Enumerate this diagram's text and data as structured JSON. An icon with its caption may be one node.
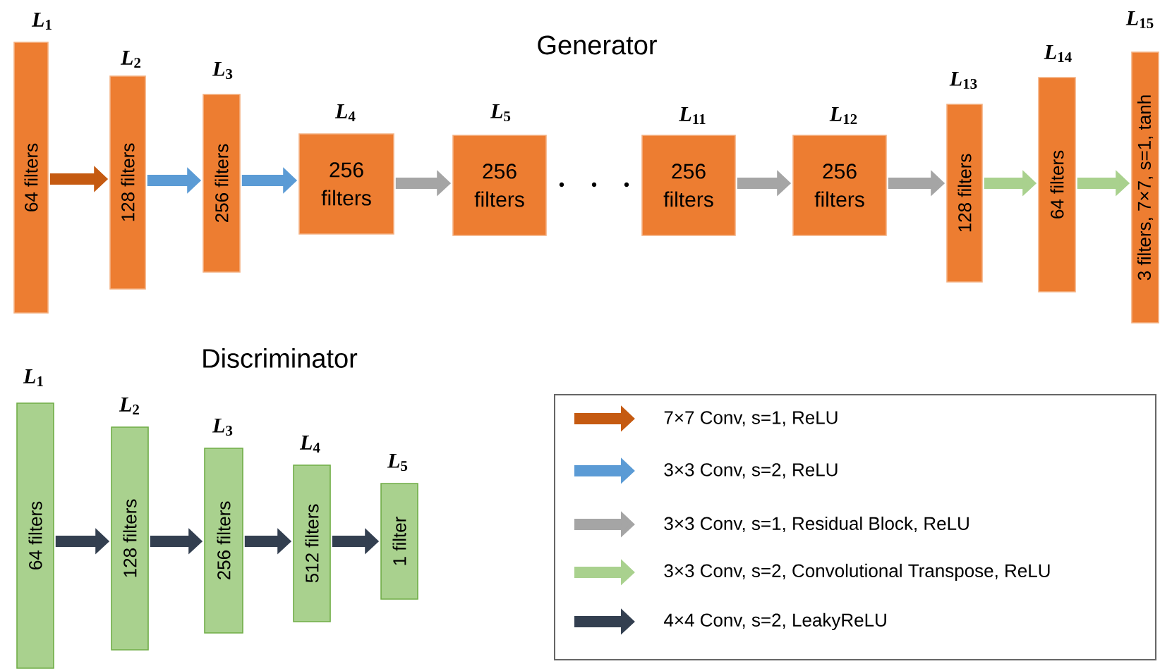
{
  "diagram": {
    "title": "Generator",
    "nodes": [
      {
        "text": [
          "64 filters"
        ],
        "beside": [
          "*L*$_{1}$"
        ]
      },
      {
        "text": [
          "128 filters"
        ],
        "beside": [
          "*L*$_{2}$"
        ]
      },
      {
        "text": [
          "256 filters"
        ],
        "beside": [
          "*L*$_{3}$"
        ]
      },
      {
        "text": [
          "256 filters"
        ],
        "beside": [
          "*L*$_{4}$"
        ]
      },
      {
        "text": [
          "256 filters"
        ],
        "beside": [
          "*L*$_{5}$"
        ]
      },
      {
        "text": [
          "256 filters"
        ],
        "beside": [
          "*L*$_{11}$"
        ]
      },
      {
        "text": [
          "256 filters"
        ],
        "beside": [
          "*L*$_{12}$"
        ]
      },
      {
        "text": [
          "128 filters"
        ],
        "beside": [
          "*L*$_{13}$"
        ]
      },
      {
        "text": [
          "64 filters"
        ],
        "beside": [
          "*L*$_{14}$"
        ]
      },
      {
        "text": [
          "3 filters, 7×7, s=1, tanh"
        ],
        "beside": [
          "*L*$_{15}$"
        ]
      },
      {
        "text": [
          "64 filters"
        ],
        "beside": [
          "*L*$_{1}$"
        ]
      },
      {
        "text": [
          "128 filters"
        ],
        "beside": [
          "*L*$_{2}$"
        ]
      },
      {
        "text": [
          "256 filters"
        ],
        "beside": [
          "*L*$_{3}$"
        ]
      },
      {
        "text": [
          "512 filters"
        ],
        "beside": [
          "*L*$_{4}$"
        ]
      },
      {
        "text": [
          "1 filter"
        ],
        "beside": [
          "*L*$_{5}$"
        ]
      }
    ],
    "edges": [
      {
        "from": 0,
        "to": 1,
        "arrow": "to",
        "color": "#c55a11"
      },
      {
        "from": 1,
        "to": 2,
        "arrow": "to",
        "color": "#5b9bd5"
      },
      {
        "from": 2,
        "to": 3,
        "arrow": "to",
        "color": "#5b9bd5"
      },
      {
        "from": 3,
        "to": 4,
        "arrow": "to",
        "color": "#a5a5a5"
      },
      {
        "from": 5,
        "to": 6,
        "arrow": "to",
        "color": "#a5a5a5"
      },
      {
        "from": 6,
        "to": 7,
        "arrow": "to",
        "color": "#a5a5a5"
      },
      {
        "from": 7,
        "to": 8,
        "arrow": "to",
        "color": "#a9d18e"
      },
      {
        "from": 8,
        "to": 9,
        "arrow": "to",
        "color": "#a9d18e"
      },
      {
        "from": 10,
        "to": 11,
        "arrow": "to",
        "color": "#333f50"
      },
      {
        "from": 11,
        "to": 12,
        "arrow": "to",
        "color": "#333f50"
      },
      {
        "from": 12,
        "to": 13,
        "arrow": "to",
        "color": "#333f50"
      },
      {
        "from": 13,
        "to": 14,
        "arrow": "to",
        "color": "#333f50"
      }
    ],
    "labels": [
      "Discriminator"
    ],
    "legend": [
      {
        "text": "7×7 Conv, s=1, ReLU",
        "color": "#c55a11"
      },
      {
        "text": "3×3 Conv, s=2, ReLU",
        "color": "#5b9bd5"
      },
      {
        "text": "3×3 Conv, s=1, Residual Block, ReLU",
        "color": "#a5a5a5"
      },
      {
        "text": "3×3 Conv, s=2, Convolutional Transpose, ReLU",
        "color": "#a9d18e"
      },
      {
        "text": "4×4 Conv, s=2, LeakyReLU",
        "color": "#333f50"
      }
    ]
  }
}
